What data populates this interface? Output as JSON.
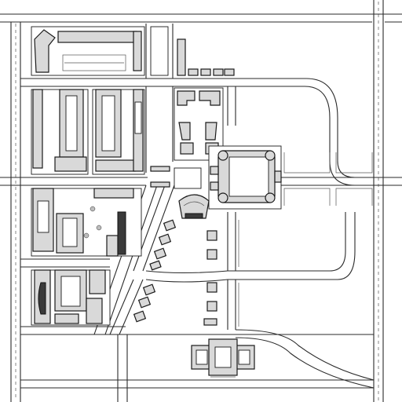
{
  "plan": {
    "kind": "site-plan",
    "style": "black-and-white line drawing",
    "colors": {
      "paper": "#ffffff",
      "ink": "#1a1a1a",
      "fill": "#d9d9d9",
      "dark": "#3a3a3a"
    },
    "elements": [
      "street-grid",
      "residential-blocks",
      "central-civic-building",
      "curved-loop-road",
      "diagonal-boulevard",
      "southern-monument-building"
    ]
  }
}
